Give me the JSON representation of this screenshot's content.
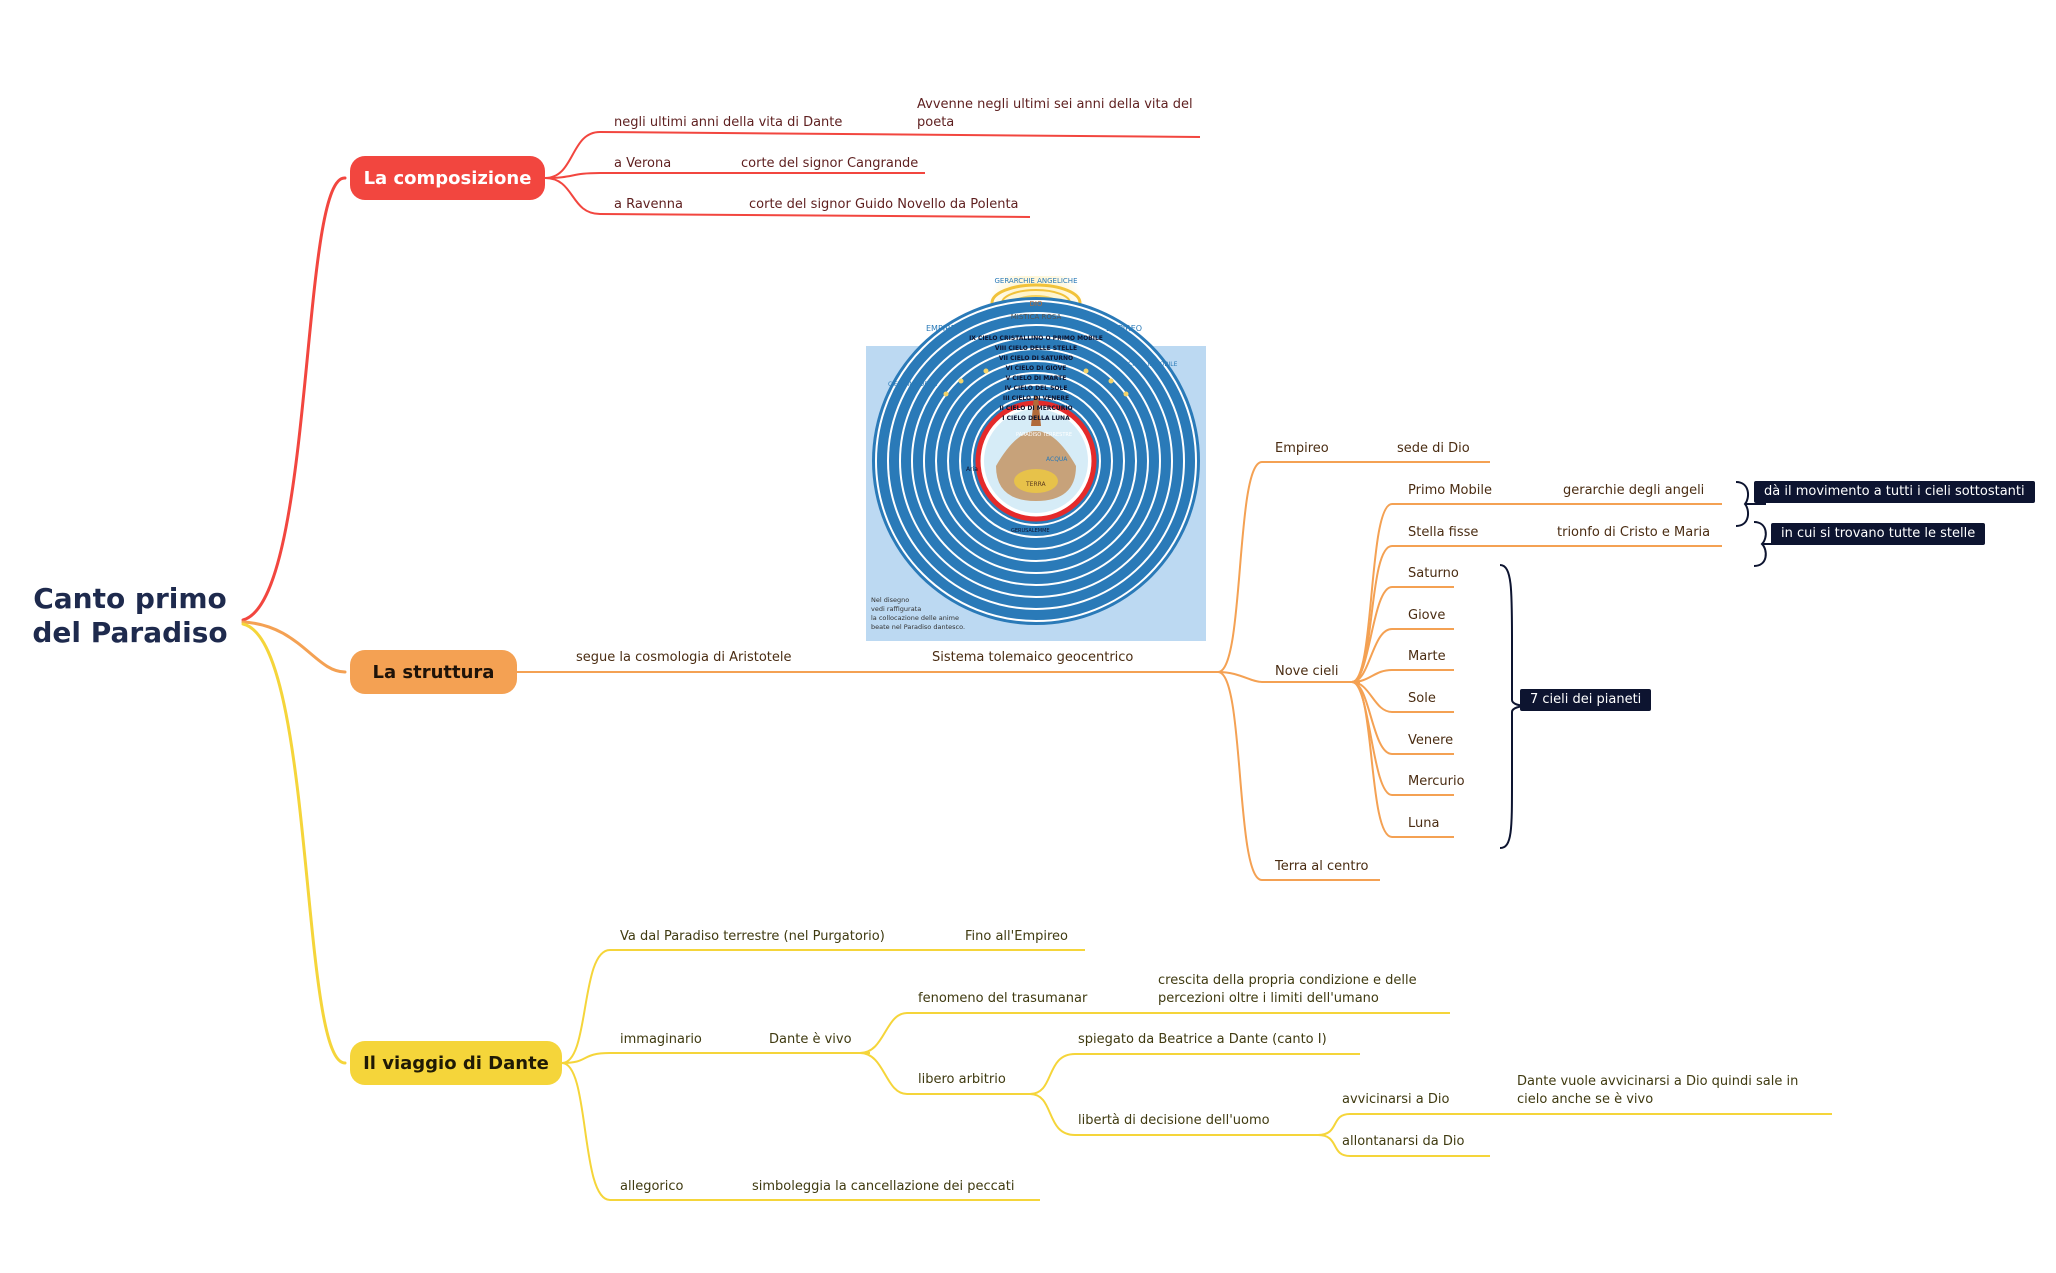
{
  "root": {
    "line1": "Canto primo",
    "line2": "del Paradiso"
  },
  "branches": {
    "composizione": {
      "label": "La composizione",
      "items": [
        {
          "left": "negli ultimi anni della vita di Dante",
          "right": "Avvenne negli ultimi sei anni della vita del poeta"
        },
        {
          "left": "a Verona",
          "right": "corte del signor Cangrande"
        },
        {
          "left": "a Ravenna",
          "right": "corte del signor Guido Novello da Polenta"
        }
      ]
    },
    "struttura": {
      "label": "La struttura",
      "segue": "segue la cosmologia di Aristotele",
      "sistema": "Sistema tolemaico geocentrico",
      "empireo": {
        "label": "Empireo",
        "desc": "sede di Dio"
      },
      "nove_cieli": {
        "label": "Nove cieli",
        "primo_mobile": {
          "label": "Primo Mobile",
          "desc": "gerarchie degli angeli",
          "note": "dà il movimento a tutti i cieli sottostanti"
        },
        "stelle_fisse": {
          "label": "Stella fisse",
          "desc": "trionfo di Cristo e Maria",
          "note": "in cui si trovano tutte le stelle"
        },
        "pianeti": [
          "Saturno",
          "Giove",
          "Marte",
          "Sole",
          "Venere",
          "Mercurio",
          "Luna"
        ],
        "pianeti_note": "7 cieli dei pianeti"
      },
      "terra": "Terra al centro"
    },
    "viaggio": {
      "label": "Il viaggio di Dante",
      "va": "Va dal Paradiso terrestre (nel Purgatorio)",
      "fino": "Fino all'Empireo",
      "immaginario": "immaginario",
      "dante_vivo": "Dante è vivo",
      "fenomeno": "fenomeno del trasumanar",
      "crescita": "crescita della propria condizione e delle percezioni oltre i limiti dell'umano",
      "libero": "libero arbitrio",
      "spiegato": "spiegato da Beatrice a Dante (canto I)",
      "liberta": "libertà di decisione dell'uomo",
      "avvicinarsi": "avvicinarsi a Dio",
      "avvicinarsi_desc": "Dante vuole avvicinarsi a Dio quindi sale in cielo anche se è vivo",
      "allontanarsi": "allontanarsi da Dio",
      "allegorico": "allegorico",
      "simboleggia": "simboleggia la cancellazione dei peccati"
    }
  },
  "image": {
    "top_title": "GERARCHIE ANGELICHE",
    "dio": "DIO",
    "rosa": "MISTICA ROSA",
    "empireo": "EMPIREO",
    "cielo_immobile": "CIELO IMMOBILE",
    "heavens": [
      "IX CIELO CRISTALLINO O PRIMO MOBILE",
      "VIII CIELO DELLE STELLE",
      "VII CIELO DI SATURNO",
      "VI CIELO DI GIOVE",
      "V CIELO DI MARTE",
      "IV CIELO DEL SOLE",
      "III CIELO DI VENERE",
      "II CIELO DI MERCURIO",
      "I CIELO DELLA LUNA"
    ],
    "paradiso_terrestre": "PARADISO TERRESTRE",
    "acqua": "ACQUA",
    "terra": "TERRA",
    "aria": "Aria",
    "gerusalemme": "GERUSALEMME",
    "caption": [
      "Nel disegno",
      "vedi raffigurata",
      "la collocazione delle anime",
      "beate nel Paradiso dantesco."
    ]
  },
  "colors": {
    "red": "#f2463f",
    "orange": "#f4a153",
    "yellow": "#f5d53a",
    "dark": "#0d1430"
  }
}
